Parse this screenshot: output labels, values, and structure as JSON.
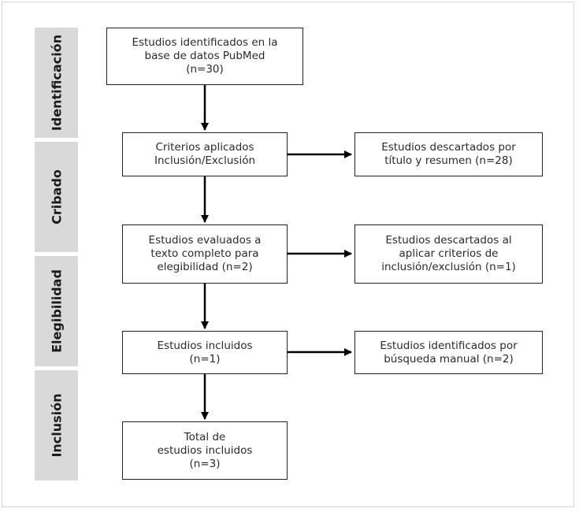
{
  "phases": {
    "identificacion": "Identificación",
    "cribado": "Cribado",
    "elegibilidad": "Elegibilidad",
    "inclusion": "Inclusión"
  },
  "boxes": {
    "identified": "Estudios identificados en la\nbase de datos PubMed\n(n=30)",
    "criteria": "Criterios aplicados\nInclusión/Exclusión",
    "discarded_title": "Estudios descartados por\ntítulo y resumen (n=28)",
    "evaluated": "Estudios evaluados a\ntexto completo para\nelegibilidad (n=2)",
    "discarded_criteria": "Estudios descartados al\naplicar criterios de\ninclusión/exclusión (n=1)",
    "included": "Estudios incluidos\n(n=1)",
    "manual_search": "Estudios identificados por\nbúsqueda manual (n=2)",
    "total": "Total de\nestudios incluidos\n(n=3)"
  }
}
